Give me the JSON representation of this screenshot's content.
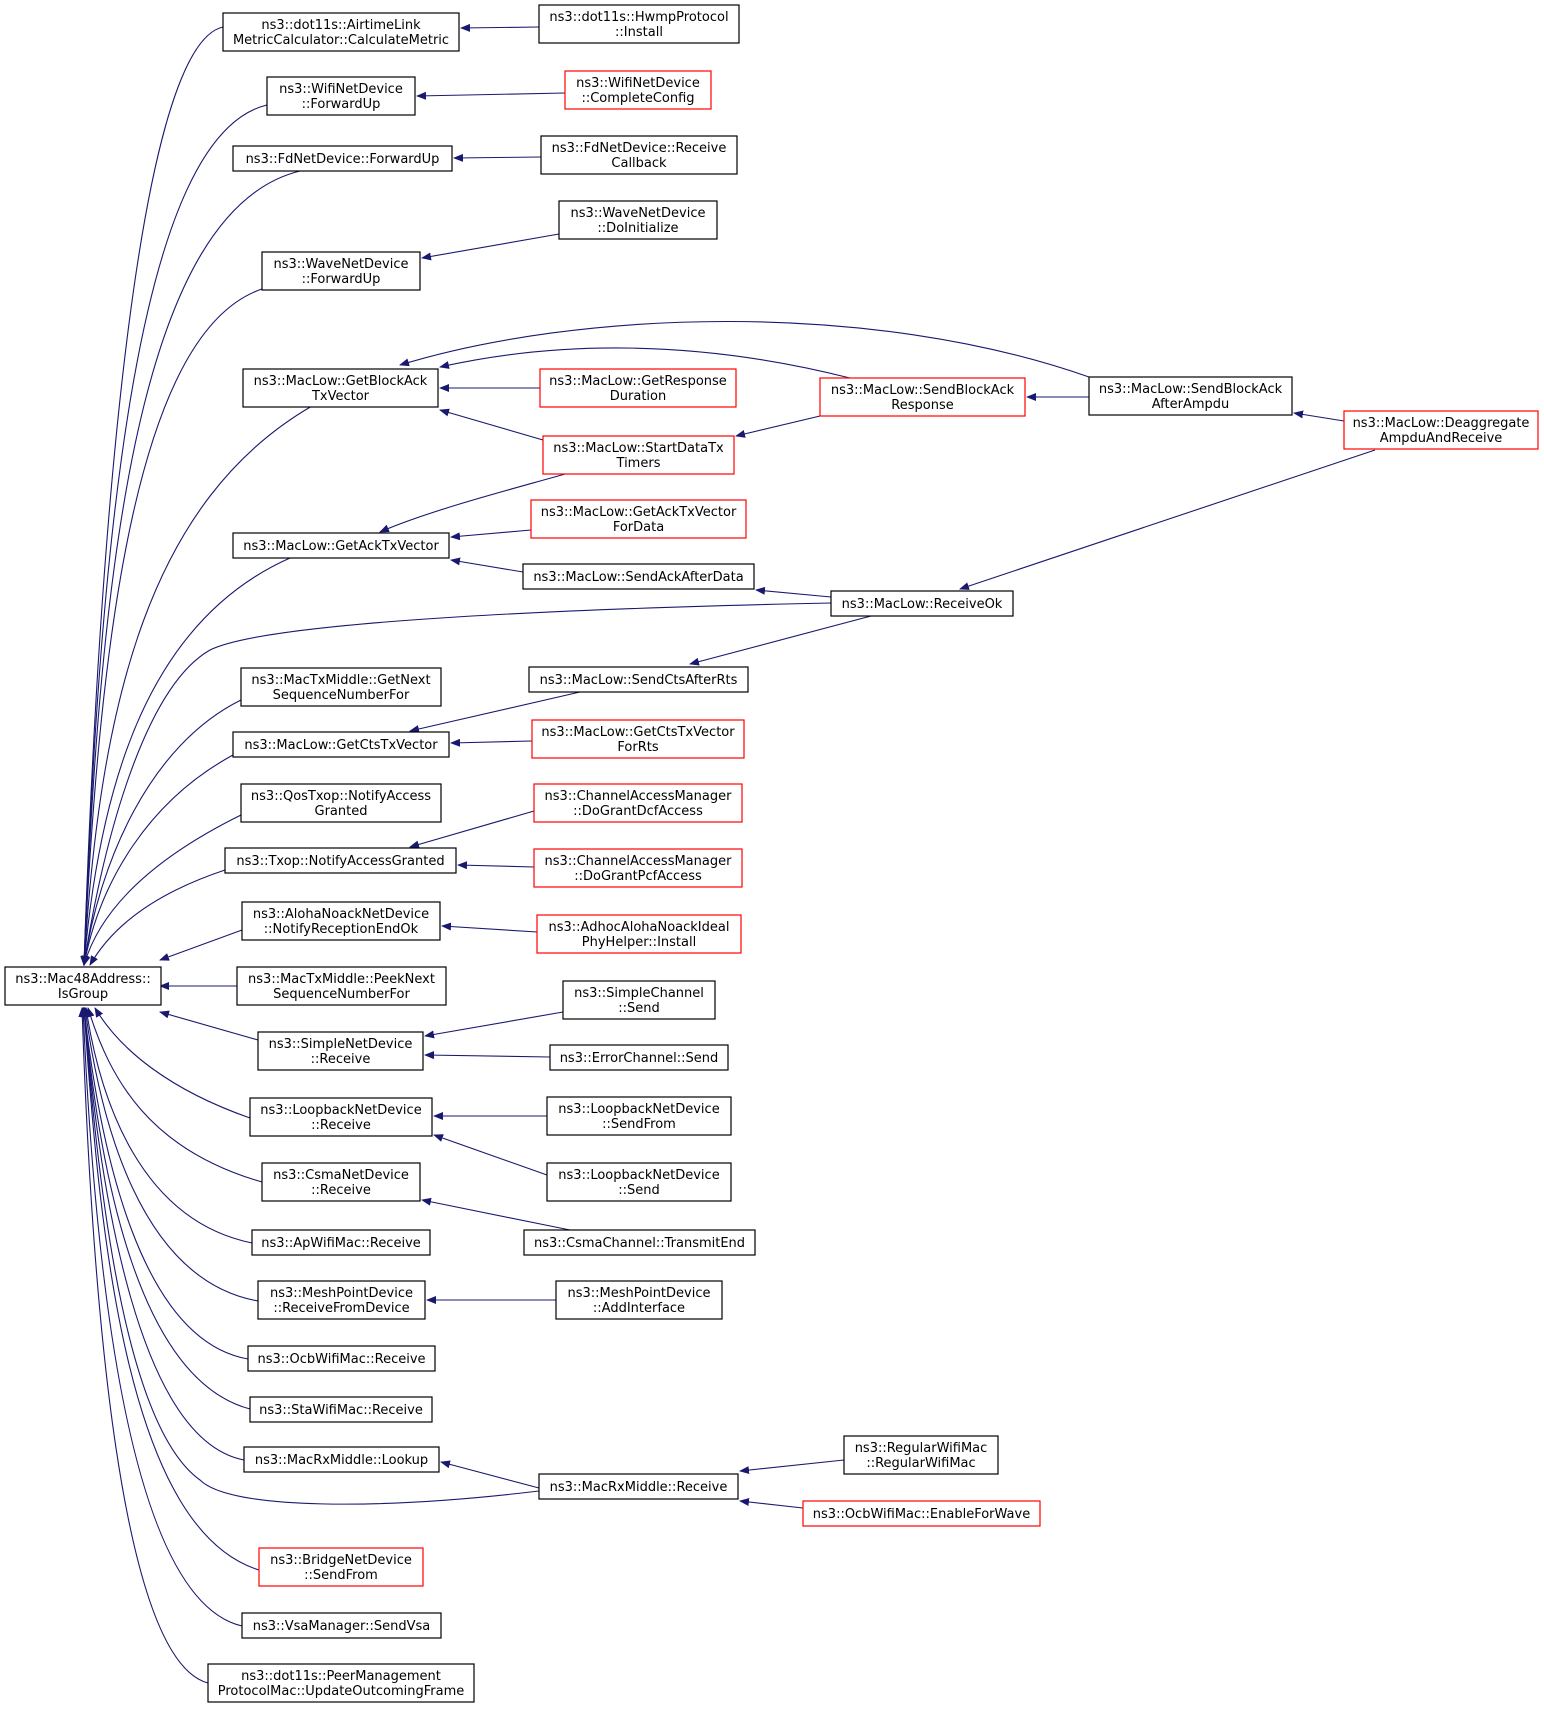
{
  "colors": {
    "edge": "#191970",
    "node_border": "#000000",
    "node_border_truncated": "#ff0000",
    "focus_fill": "#bfbfbf",
    "node_fill": "#ffffff"
  },
  "nodes": [
    {
      "id": "root",
      "lines": [
        "ns3::Mac48Address::",
        "IsGroup"
      ],
      "style": "focus"
    },
    {
      "id": "airtime",
      "lines": [
        "ns3::dot11s::AirtimeLink",
        "MetricCalculator::CalculateMetric"
      ],
      "style": "normal"
    },
    {
      "id": "hwmp",
      "lines": [
        "ns3::dot11s::HwmpProtocol",
        "::Install"
      ],
      "style": "normal"
    },
    {
      "id": "wifind_fwd",
      "lines": [
        "ns3::WifiNetDevice",
        "::ForwardUp"
      ],
      "style": "normal"
    },
    {
      "id": "wifind_cc",
      "lines": [
        "ns3::WifiNetDevice",
        "::CompleteConfig"
      ],
      "style": "truncated"
    },
    {
      "id": "fdnd_fwd",
      "lines": [
        "ns3::FdNetDevice::ForwardUp"
      ],
      "style": "normal"
    },
    {
      "id": "fdnd_rcb",
      "lines": [
        "ns3::FdNetDevice::Receive",
        "Callback"
      ],
      "style": "normal"
    },
    {
      "id": "wave_init",
      "lines": [
        "ns3::WaveNetDevice",
        "::DoInitialize"
      ],
      "style": "normal"
    },
    {
      "id": "wave_fwd",
      "lines": [
        "ns3::WaveNetDevice",
        "::ForwardUp"
      ],
      "style": "normal"
    },
    {
      "id": "gbatx",
      "lines": [
        "ns3::MacLow::GetBlockAck",
        "TxVector"
      ],
      "style": "normal"
    },
    {
      "id": "grd",
      "lines": [
        "ns3::MacLow::GetResponse",
        "Duration"
      ],
      "style": "truncated"
    },
    {
      "id": "sbar",
      "lines": [
        "ns3::MacLow::SendBlockAck",
        "Response"
      ],
      "style": "truncated"
    },
    {
      "id": "sbaaa",
      "lines": [
        "ns3::MacLow::SendBlockAck",
        "AfterAmpdu"
      ],
      "style": "normal"
    },
    {
      "id": "dear",
      "lines": [
        "ns3::MacLow::Deaggregate",
        "AmpduAndReceive"
      ],
      "style": "truncated"
    },
    {
      "id": "sdtt",
      "lines": [
        "ns3::MacLow::StartDataTx",
        "Timers"
      ],
      "style": "truncated"
    },
    {
      "id": "gatxfd",
      "lines": [
        "ns3::MacLow::GetAckTxVector",
        "ForData"
      ],
      "style": "truncated"
    },
    {
      "id": "gatx",
      "lines": [
        "ns3::MacLow::GetAckTxVector"
      ],
      "style": "normal"
    },
    {
      "id": "saad",
      "lines": [
        "ns3::MacLow::SendAckAfterData"
      ],
      "style": "normal"
    },
    {
      "id": "rok",
      "lines": [
        "ns3::MacLow::ReceiveOk"
      ],
      "style": "normal"
    },
    {
      "id": "gnsnf",
      "lines": [
        "ns3::MacTxMiddle::GetNext",
        "SequenceNumberFor"
      ],
      "style": "normal"
    },
    {
      "id": "scar",
      "lines": [
        "ns3::MacLow::SendCtsAfterRts"
      ],
      "style": "normal"
    },
    {
      "id": "gctxfr",
      "lines": [
        "ns3::MacLow::GetCtsTxVector",
        "ForRts"
      ],
      "style": "truncated"
    },
    {
      "id": "gctx",
      "lines": [
        "ns3::MacLow::GetCtsTxVector"
      ],
      "style": "normal"
    },
    {
      "id": "qosnag",
      "lines": [
        "ns3::QosTxop::NotifyAccess",
        "Granted"
      ],
      "style": "normal"
    },
    {
      "id": "camdcf",
      "lines": [
        "ns3::ChannelAccessManager",
        "::DoGrantDcfAccess"
      ],
      "style": "truncated"
    },
    {
      "id": "txnag",
      "lines": [
        "ns3::Txop::NotifyAccessGranted"
      ],
      "style": "normal"
    },
    {
      "id": "campcf",
      "lines": [
        "ns3::ChannelAccessManager",
        "::DoGrantPcfAccess"
      ],
      "style": "truncated"
    },
    {
      "id": "aloha_nre",
      "lines": [
        "ns3::AlohaNoackNetDevice",
        "::NotifyReceptionEndOk"
      ],
      "style": "normal"
    },
    {
      "id": "adhoc",
      "lines": [
        "ns3::AdhocAlohaNoackIdeal",
        "PhyHelper::Install"
      ],
      "style": "truncated"
    },
    {
      "id": "pnsnf",
      "lines": [
        "ns3::MacTxMiddle::PeekNext",
        "SequenceNumberFor"
      ],
      "style": "normal"
    },
    {
      "id": "simch_send",
      "lines": [
        "ns3::SimpleChannel",
        "::Send"
      ],
      "style": "normal"
    },
    {
      "id": "simnd_rcv",
      "lines": [
        "ns3::SimpleNetDevice",
        "::Receive"
      ],
      "style": "normal"
    },
    {
      "id": "errch_send",
      "lines": [
        "ns3::ErrorChannel::Send"
      ],
      "style": "normal"
    },
    {
      "id": "lbnd_rcv",
      "lines": [
        "ns3::LoopbackNetDevice",
        "::Receive"
      ],
      "style": "normal"
    },
    {
      "id": "lbnd_sf",
      "lines": [
        "ns3::LoopbackNetDevice",
        "::SendFrom"
      ],
      "style": "normal"
    },
    {
      "id": "lbnd_send",
      "lines": [
        "ns3::LoopbackNetDevice",
        "::Send"
      ],
      "style": "normal"
    },
    {
      "id": "csmand_rcv",
      "lines": [
        "ns3::CsmaNetDevice",
        "::Receive"
      ],
      "style": "normal"
    },
    {
      "id": "csmach_te",
      "lines": [
        "ns3::CsmaChannel::TransmitEnd"
      ],
      "style": "normal"
    },
    {
      "id": "apwm_rcv",
      "lines": [
        "ns3::ApWifiMac::Receive"
      ],
      "style": "normal"
    },
    {
      "id": "mpd_rfd",
      "lines": [
        "ns3::MeshPointDevice",
        "::ReceiveFromDevice"
      ],
      "style": "normal"
    },
    {
      "id": "mpd_ai",
      "lines": [
        "ns3::MeshPointDevice",
        "::AddInterface"
      ],
      "style": "normal"
    },
    {
      "id": "ocbwm_rcv",
      "lines": [
        "ns3::OcbWifiMac::Receive"
      ],
      "style": "normal"
    },
    {
      "id": "stawm_rcv",
      "lines": [
        "ns3::StaWifiMac::Receive"
      ],
      "style": "normal"
    },
    {
      "id": "rxm_lookup",
      "lines": [
        "ns3::MacRxMiddle::Lookup"
      ],
      "style": "normal"
    },
    {
      "id": "regwm",
      "lines": [
        "ns3::RegularWifiMac",
        "::RegularWifiMac"
      ],
      "style": "normal"
    },
    {
      "id": "rxm_rcv",
      "lines": [
        "ns3::MacRxMiddle::Receive"
      ],
      "style": "normal"
    },
    {
      "id": "ocbwm_efw",
      "lines": [
        "ns3::OcbWifiMac::EnableForWave"
      ],
      "style": "truncated"
    },
    {
      "id": "bridge_sf",
      "lines": [
        "ns3::BridgeNetDevice",
        "::SendFrom"
      ],
      "style": "truncated"
    },
    {
      "id": "vsa",
      "lines": [
        "ns3::VsaManager::SendVsa"
      ],
      "style": "normal"
    },
    {
      "id": "pmp_uof",
      "lines": [
        "ns3::dot11s::PeerManagement",
        "ProtocolMac::UpdateOutcomingFrame"
      ],
      "style": "normal"
    }
  ]
}
